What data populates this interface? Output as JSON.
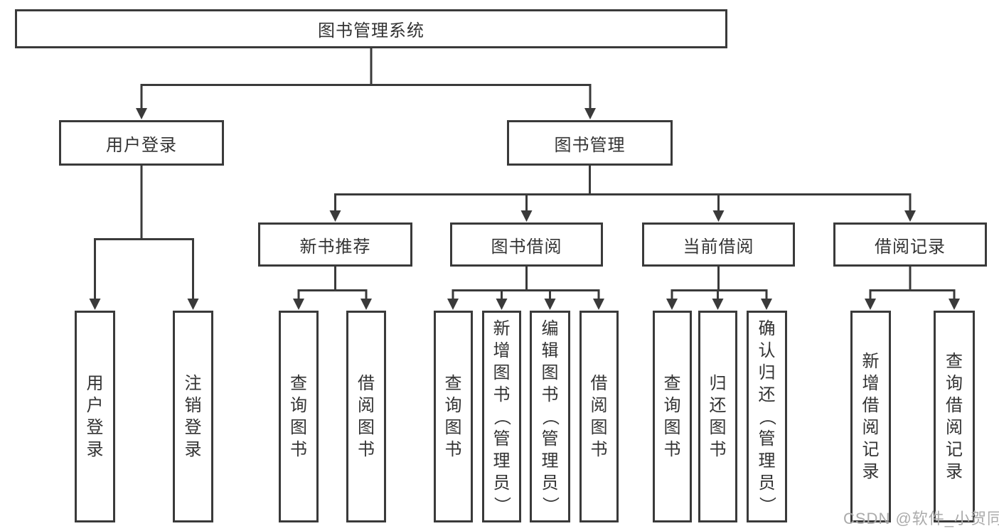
{
  "tree": {
    "root": "图书管理系统",
    "branches": [
      {
        "label": "用户登录",
        "leaves": [
          "用户登录",
          "注销登录"
        ]
      },
      {
        "label": "图书管理",
        "groups": [
          {
            "label": "新书推荐",
            "leaves": [
              "查询图书",
              "借阅图书"
            ]
          },
          {
            "label": "图书借阅",
            "leaves": [
              "查询图书",
              "新增图书（管理员）",
              "编辑图书（管理员）",
              "借阅图书"
            ]
          },
          {
            "label": "当前借阅",
            "leaves": [
              "查询图书",
              "归还图书",
              "确认归还（管理员）"
            ]
          },
          {
            "label": "借阅记录",
            "leaves": [
              "新增借阅记录",
              "查询借阅记录"
            ]
          }
        ]
      }
    ]
  },
  "watermark": "CSDN @软件_小贺同学",
  "colors": {
    "line": "#3a3a3a",
    "text": "#333333",
    "watermark": "#ababab",
    "bg": "#ffffff"
  }
}
